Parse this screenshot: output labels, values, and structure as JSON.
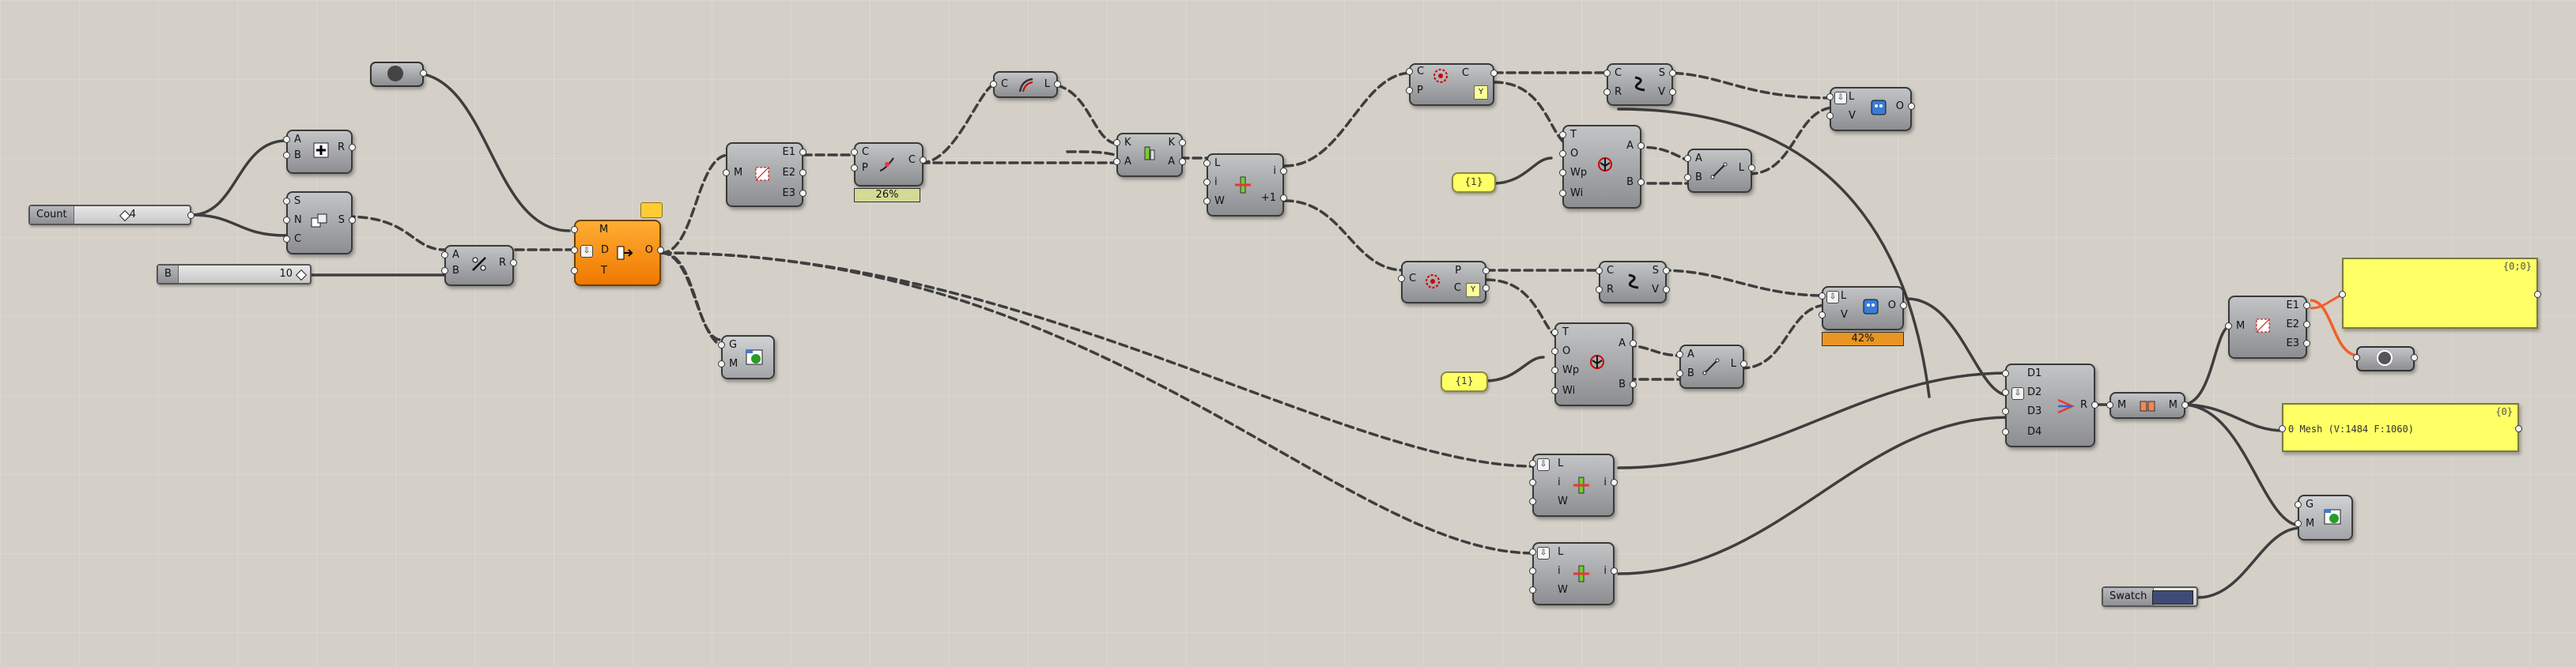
{
  "slider_count": {
    "label": "Count",
    "value": "4"
  },
  "slider_b": {
    "label": "B",
    "value": "10"
  },
  "swatch": {
    "label": "Swatch",
    "color": "#3f4a78"
  },
  "addition": {
    "in": [
      "A",
      "B"
    ],
    "out": [
      "R"
    ]
  },
  "series": {
    "in": [
      "S",
      "N",
      "C"
    ],
    "out": [
      "S"
    ]
  },
  "division": {
    "in": [
      "A",
      "B"
    ],
    "out": [
      "R"
    ]
  },
  "main_cluster": {
    "in": [
      "M",
      "D",
      "T"
    ],
    "out": [
      "O"
    ]
  },
  "explode_1": {
    "in": [
      "M"
    ],
    "out": [
      "E1",
      "E2",
      "E3"
    ]
  },
  "explode_2": {
    "in": [
      "M"
    ],
    "out": [
      "E1",
      "E2",
      "E3"
    ]
  },
  "curve_param": {
    "in": [
      "C",
      "P"
    ],
    "out": [
      "C"
    ],
    "progress": "26%"
  },
  "curve_offset": {
    "in": [
      "C"
    ],
    "out": [
      "L"
    ]
  },
  "kangaroo": {
    "in": [
      "K",
      "A"
    ],
    "out": [
      "K",
      "A"
    ]
  },
  "list_item_top": {
    "in": [
      "L",
      "i",
      "W"
    ],
    "out": [
      "i",
      "+1"
    ]
  },
  "list_item_mid": {
    "in": [
      "L",
      "i",
      "W"
    ],
    "out": [
      "i"
    ]
  },
  "list_item_low": {
    "in": [
      "L",
      "i",
      "W"
    ],
    "out": [
      "i"
    ]
  },
  "circle_top": {
    "in": [
      "C",
      "P"
    ],
    "out": [
      "C"
    ],
    "extra": "Y"
  },
  "circle_bottom": {
    "in": [
      "C",
      "P"
    ],
    "out": [
      "C"
    ],
    "extra": "Y"
  },
  "shatter_top": {
    "in": [
      "C",
      "R"
    ],
    "out": [
      "S",
      "V"
    ]
  },
  "shatter_bottom": {
    "in": [
      "C",
      "R"
    ],
    "out": [
      "S",
      "V"
    ]
  },
  "deconstruct_top": {
    "in": [
      "T",
      "O",
      "Wp",
      "Wi"
    ],
    "out": [
      "A",
      "B"
    ]
  },
  "deconstruct_bottom": {
    "in": [
      "T",
      "O",
      "Wp",
      "Wi"
    ],
    "out": [
      "A",
      "B"
    ]
  },
  "line_top": {
    "in": [
      "A",
      "B"
    ],
    "out": [
      "L"
    ]
  },
  "line_bottom": {
    "in": [
      "A",
      "B"
    ],
    "out": [
      "L"
    ]
  },
  "mesh_top": {
    "in": [
      "L",
      "V"
    ],
    "out": [
      "O"
    ]
  },
  "mesh_bottom": {
    "in": [
      "L",
      "V"
    ],
    "out": [
      "O"
    ],
    "progress": "42%"
  },
  "merge": {
    "in": [
      "D1",
      "D2",
      "D3",
      "D4"
    ],
    "out": [
      "R"
    ]
  },
  "mesh_join": {
    "in": [
      "M"
    ],
    "out": [
      "M"
    ]
  },
  "preview_1": {
    "in": [
      "G",
      "M"
    ]
  },
  "preview_2": {
    "in": [
      "G",
      "M"
    ]
  },
  "value_bubble_top": "{1}",
  "value_bubble_bottom": "{1}",
  "panel_top": {
    "header": "{0;0}",
    "content": ""
  },
  "panel_mesh": {
    "header": "{0}",
    "content": "0 Mesh (V:1484  F:1060)"
  },
  "colors": {
    "canvas": "#d4d0c8",
    "component": "#a9abae",
    "selected": "#f78c1f",
    "panel": "#ffff66",
    "wire": "#3e3e3e",
    "wire_error": "#f0602a"
  }
}
